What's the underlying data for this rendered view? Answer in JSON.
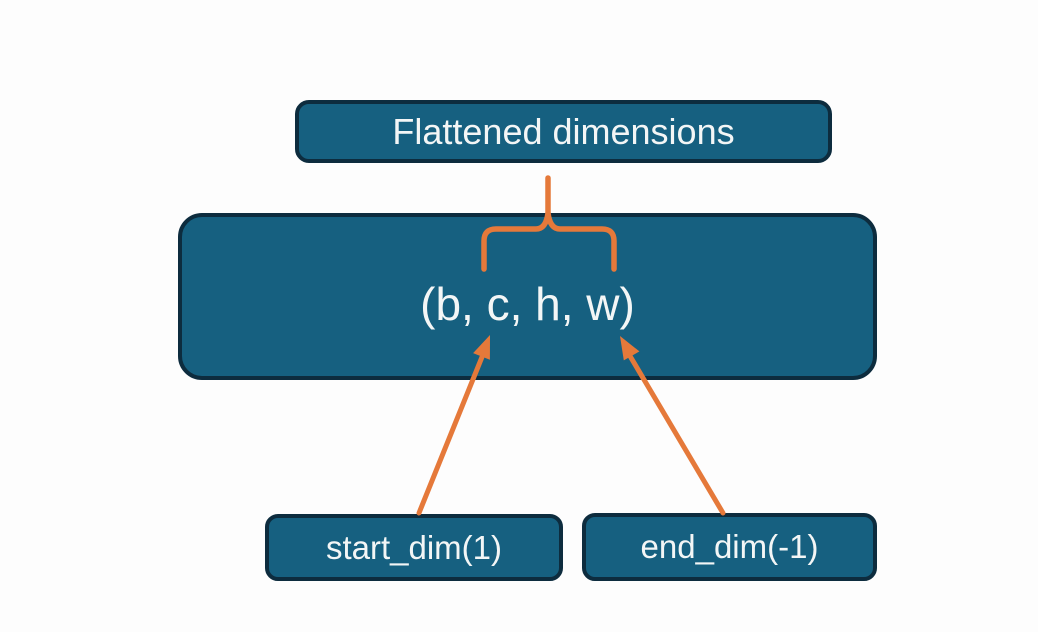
{
  "diagram": {
    "nodes": {
      "flattened": {
        "label": "Flattened dimensions"
      },
      "tensor": {
        "label": "(b, c, h, w)"
      },
      "start_dim": {
        "label": "start_dim(1)"
      },
      "end_dim": {
        "label": "end_dim(-1)"
      }
    },
    "connectors": [
      {
        "type": "brace",
        "from": "flattened",
        "to": "tensor",
        "spans": "c, h"
      },
      {
        "type": "arrow",
        "from": "start_dim",
        "to": "tensor",
        "points_at": "c"
      },
      {
        "type": "arrow",
        "from": "end_dim",
        "to": "tensor",
        "points_at": "w"
      }
    ],
    "colors": {
      "node-fill": "#166080",
      "node-border": "#0d2c3e",
      "accent": "#e5793a",
      "text": "#f3f6f6",
      "background": "#fdfdfd"
    }
  }
}
